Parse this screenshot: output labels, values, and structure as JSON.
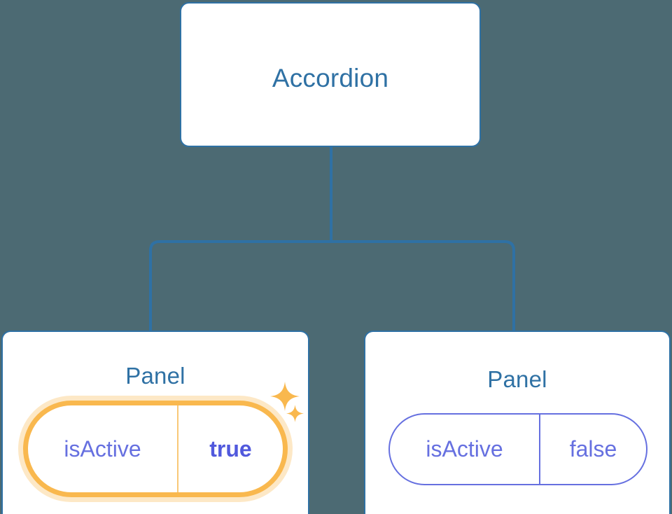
{
  "diagram": {
    "type": "component-tree",
    "background_color": "#4c6a73",
    "connector_color": "#2f71a4",
    "root": {
      "id": "accordion",
      "label": "Accordion",
      "title_color": "#2f71a4",
      "border_color": "#2f71a4"
    },
    "children": [
      {
        "id": "panel-left",
        "label": "Panel",
        "highlighted": true,
        "sparkles": [
          "sparkle-large",
          "sparkle-small"
        ],
        "prop": {
          "key": "isActive",
          "value": "true",
          "value_bold": true,
          "pill_border_color": "#f9b84e",
          "pill_glow_color": "#fae0b8",
          "text_color": "#6670e0"
        }
      },
      {
        "id": "panel-right",
        "label": "Panel",
        "highlighted": false,
        "sparkles": [],
        "prop": {
          "key": "isActive",
          "value": "false",
          "value_bold": false,
          "pill_border_color": "#6670e0",
          "pill_glow_color": "",
          "text_color": "#6670e0"
        }
      }
    ]
  }
}
